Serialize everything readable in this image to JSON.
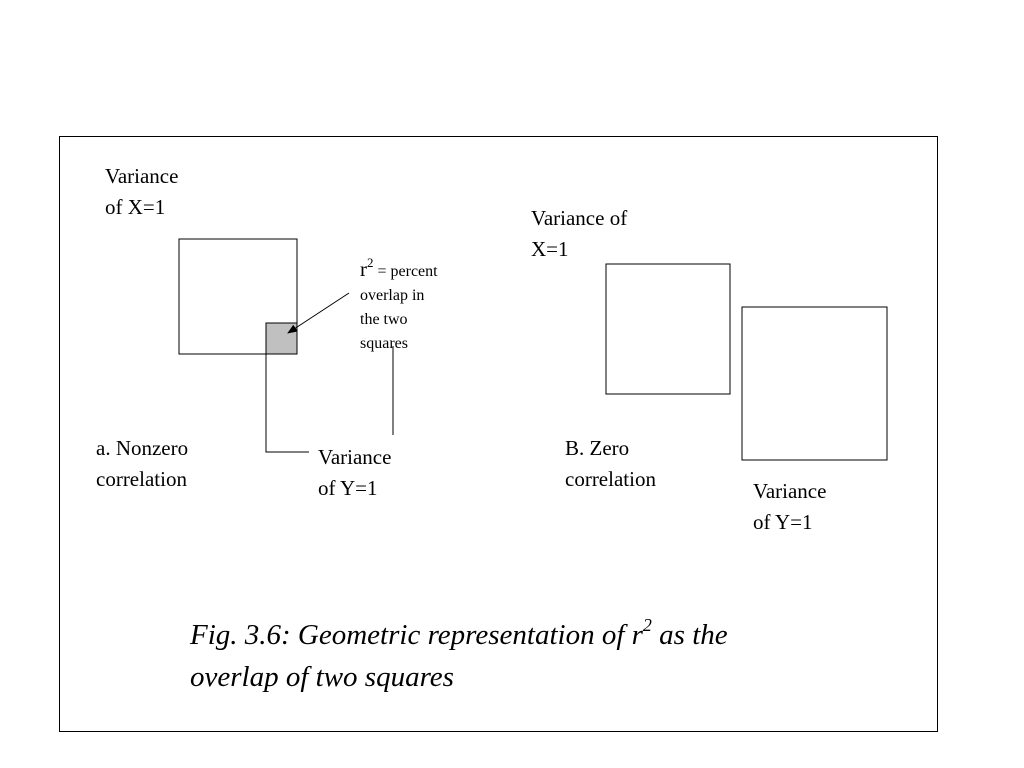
{
  "panel_a": {
    "label_var_x": [
      "Variance",
      "of  X=1"
    ],
    "label_var_y": [
      "Variance",
      "of Y=1"
    ],
    "label_title": [
      "a. Nonzero",
      "correlation"
    ],
    "annotation": {
      "r": "r",
      "sup": "2",
      "first_line_rest": " = percent",
      "lines": [
        "overlap in",
        "the two",
        "squares"
      ]
    },
    "overlap_fill": "#c0c0c0"
  },
  "panel_b": {
    "label_var_x": [
      "Variance of",
      "X=1"
    ],
    "label_var_y": [
      "Variance",
      "of  Y=1"
    ],
    "label_title": [
      "B. Zero",
      "correlation"
    ]
  },
  "caption": {
    "line1_pre": "Fig. 3.6: Geometric representation of r",
    "line1_sup": "2",
    "line1_post": " as the",
    "line2": "overlap of two squares"
  }
}
